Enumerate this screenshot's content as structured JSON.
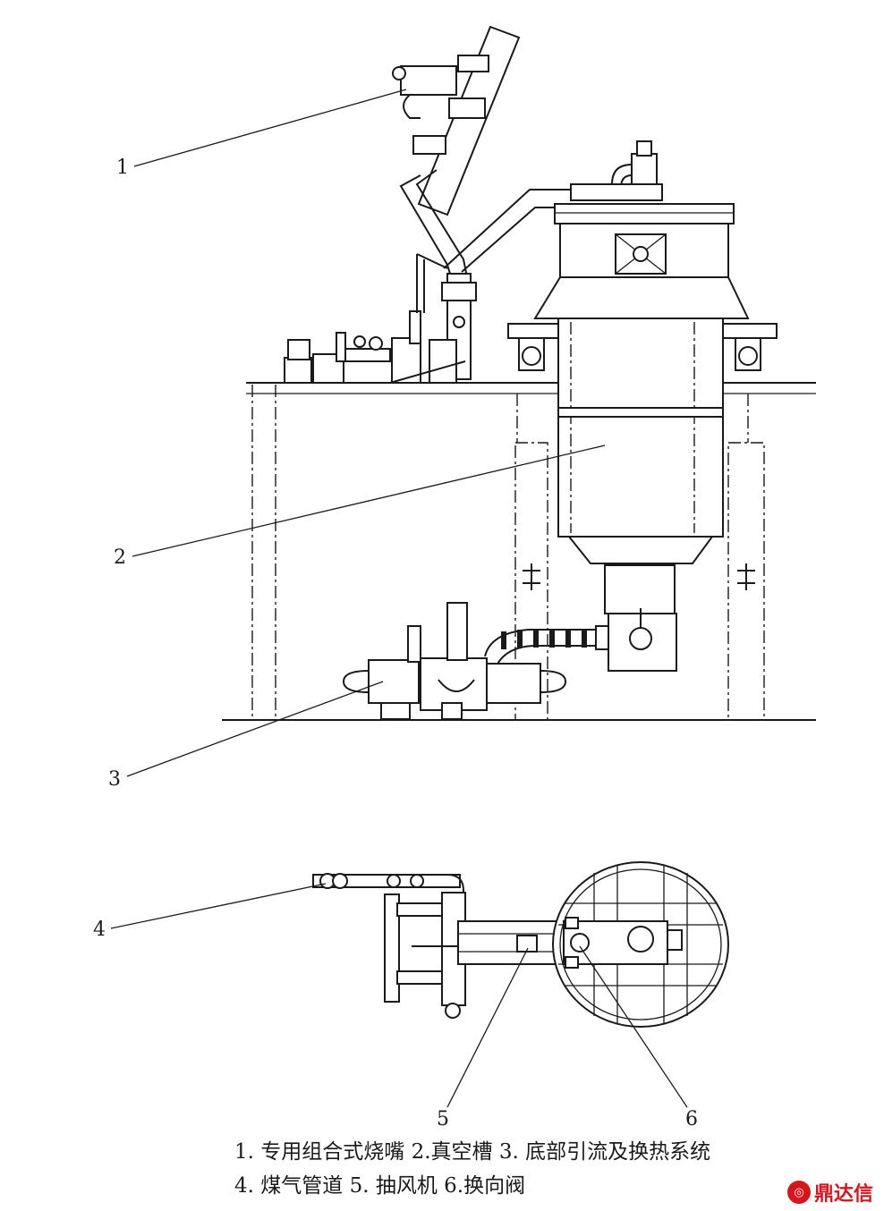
{
  "labels": {
    "n1": "1",
    "n2": "2",
    "n3": "3",
    "n4": "4",
    "n5": "5",
    "n6": "6"
  },
  "caption": {
    "line1": "1. 专用组合式烧嘴 2.真空槽 3. 底部引流及换热系统",
    "line2": "4. 煤气管道 5. 抽风机 6.换向阀"
  },
  "watermark": {
    "text": "鼎达信",
    "color": "#d8141c"
  }
}
